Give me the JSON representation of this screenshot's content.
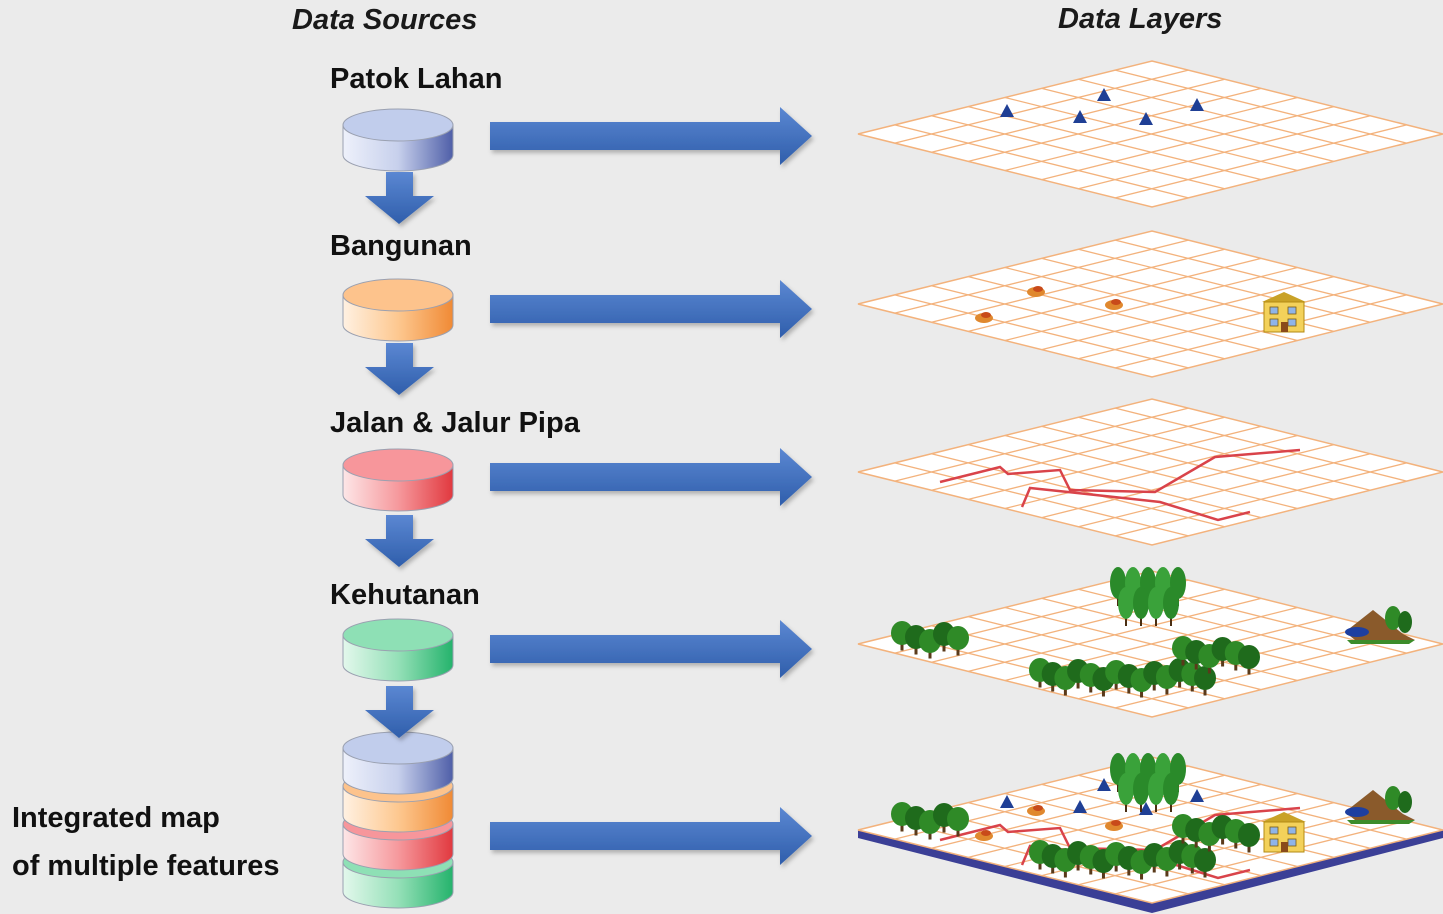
{
  "headers": {
    "sources": "Data Sources",
    "layers": "Data Layers"
  },
  "sources": [
    {
      "label": "Patok Lahan",
      "top": "#c1cdec",
      "body_light": "#eef1fb",
      "body_dark": "#4f5fa8"
    },
    {
      "label": "Bangunan",
      "top": "#fdc38c",
      "body_light": "#fff1e2",
      "body_dark": "#f08a35"
    },
    {
      "label": "Jalan & Jalur Pipa",
      "top": "#f7969b",
      "body_light": "#fde6e7",
      "body_dark": "#e1393f"
    },
    {
      "label": "Kehutanan",
      "top": "#8ee0b5",
      "body_light": "#e3f8ec",
      "body_dark": "#25b36c"
    }
  ],
  "integrated": {
    "line1": "Integrated map",
    "line2": "of multiple features"
  },
  "colors": {
    "arrow": "#3f6fbe",
    "grid": "#f3b27c",
    "plate_edge": "#3b3f96",
    "route": "#d9434a",
    "marker": "#1f3f95"
  },
  "icons": {
    "marker": "triangle-marker-icon",
    "building": "house-icon",
    "tree": "tree-cluster-icon",
    "landscape": "mountain-lake-icon"
  }
}
